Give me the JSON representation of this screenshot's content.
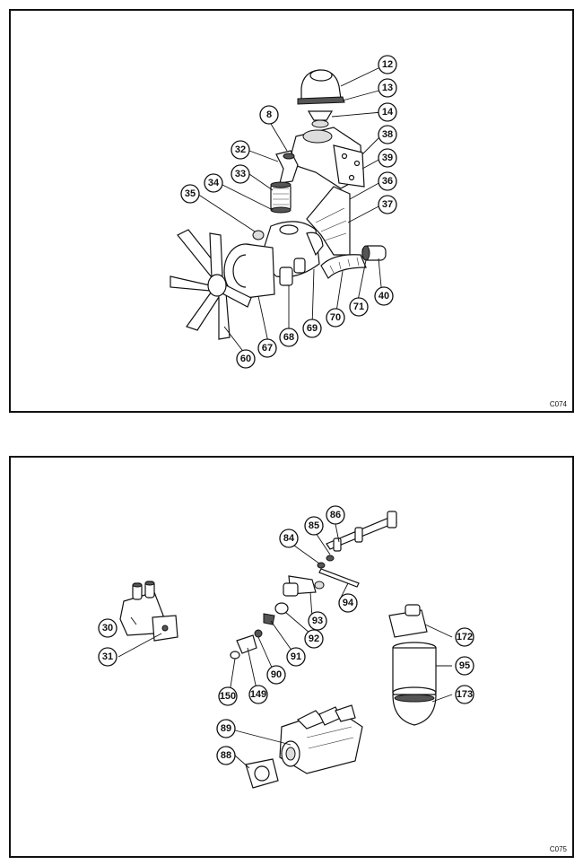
{
  "top_panel": {
    "code": "C074",
    "callouts": [
      "12",
      "13",
      "14",
      "8",
      "38",
      "32",
      "39",
      "33",
      "36",
      "34",
      "35",
      "37",
      "40",
      "71",
      "70",
      "69",
      "68",
      "67",
      "60"
    ]
  },
  "bottom_panel": {
    "code": "C075",
    "callouts": [
      "86",
      "85",
      "84",
      "94",
      "93",
      "30",
      "31",
      "92",
      "91",
      "90",
      "149",
      "150",
      "172",
      "95",
      "173",
      "89",
      "88"
    ]
  }
}
